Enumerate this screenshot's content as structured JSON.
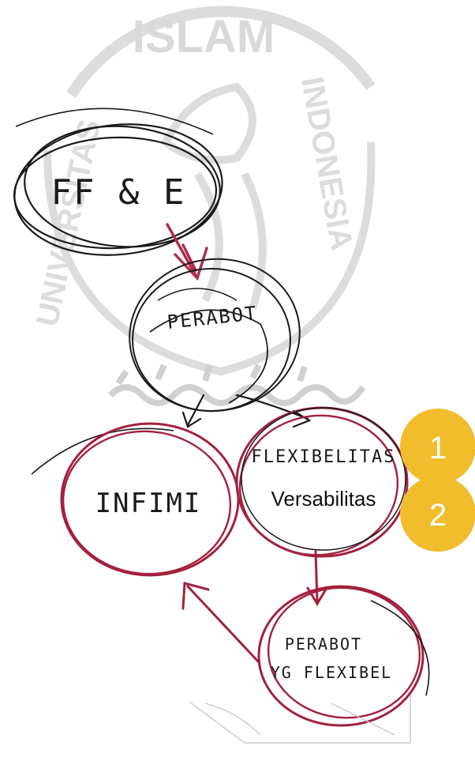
{
  "watermark": {
    "top_text": "ISLAM",
    "left_text": "UNIVERSITAS",
    "right_text": "INDONESIA",
    "color": "#d9d9d9"
  },
  "nodes": {
    "top": {
      "label": "FF & E"
    },
    "middle": {
      "label": "PERABOT"
    },
    "left": {
      "label": "INFIMI"
    },
    "right": {
      "label": "FLEXIBELITAS",
      "typed_label": "Versabilitas"
    },
    "bottom": {
      "label_line1": "PERABOT",
      "label_line2": "YG FLEXIBEL"
    }
  },
  "badges": [
    {
      "label": "1"
    },
    {
      "label": "2"
    }
  ],
  "colors": {
    "ink": "#1a1a1a",
    "red_ink": "#a3213f",
    "arrow_red": "#b02a4a",
    "badge": "#f2bd2c"
  }
}
